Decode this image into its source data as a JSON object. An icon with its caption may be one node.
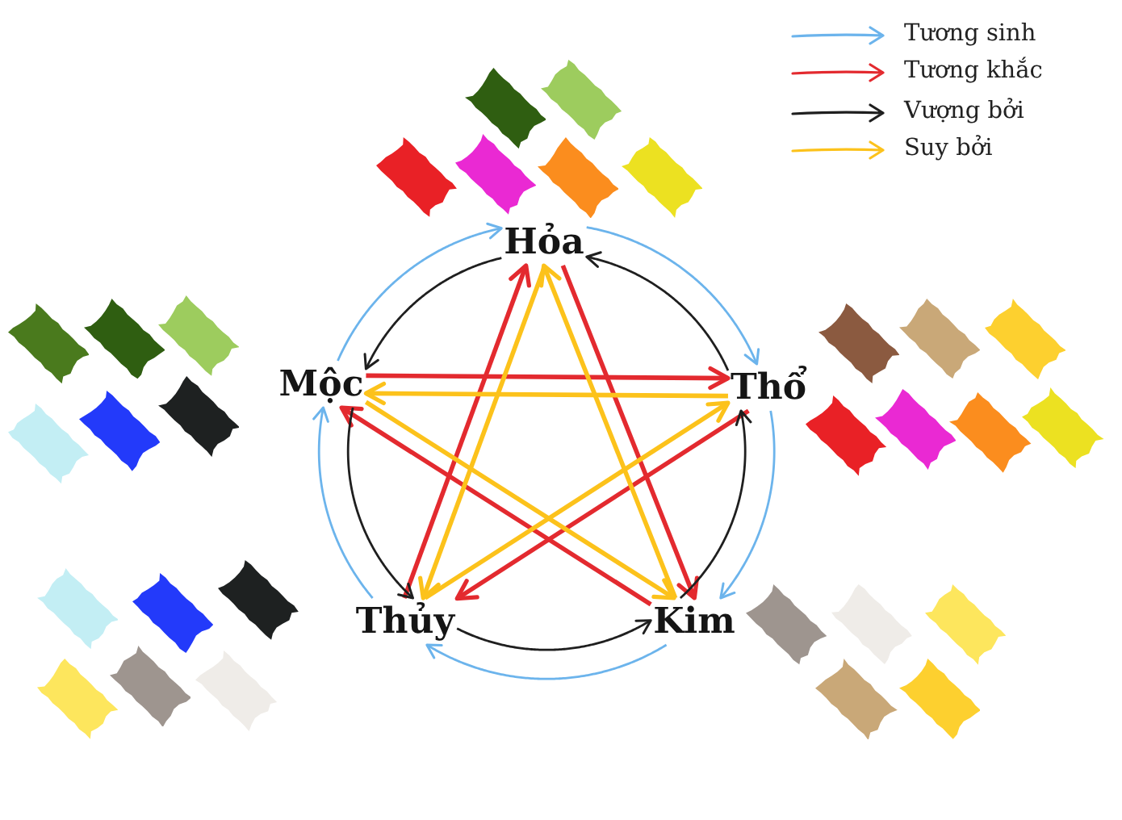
{
  "diagram": {
    "nodes": [
      {
        "text": [
          "Hỏa"
        ]
      },
      {
        "text": [
          "Mộc"
        ]
      },
      {
        "text": [
          "Thổ"
        ]
      },
      {
        "text": [
          "Thủy"
        ]
      },
      {
        "text": [
          "Kim"
        ]
      }
    ],
    "edges": [
      {
        "from": 1,
        "to": 0,
        "arrow": "to",
        "color": "#6cb4ec"
      },
      {
        "from": 0,
        "to": 2,
        "arrow": "to",
        "color": "#6cb4ec"
      },
      {
        "from": 2,
        "to": 4,
        "arrow": "to",
        "color": "#6cb4ec"
      },
      {
        "from": 4,
        "to": 3,
        "arrow": "to",
        "color": "#6cb4ec"
      },
      {
        "from": 3,
        "to": 1,
        "arrow": "to",
        "color": "#6cb4ec"
      },
      {
        "from": 1,
        "to": 2,
        "arrow": "to",
        "color": "#e32a2f"
      },
      {
        "from": 2,
        "to": 3,
        "arrow": "to",
        "color": "#e32a2f"
      },
      {
        "from": 3,
        "to": 0,
        "arrow": "to",
        "color": "#e32a2f"
      },
      {
        "from": 0,
        "to": 4,
        "arrow": "to",
        "color": "#e32a2f"
      },
      {
        "from": 4,
        "to": 1,
        "arrow": "to",
        "color": "#e32a2f"
      },
      {
        "from": 0,
        "to": 1,
        "arrow": "to",
        "color": "#1f1f1f"
      },
      {
        "from": 2,
        "to": 0,
        "arrow": "to",
        "color": "#1f1f1f"
      },
      {
        "from": 4,
        "to": 2,
        "arrow": "to",
        "color": "#1f1f1f"
      },
      {
        "from": 3,
        "to": 4,
        "arrow": "to",
        "color": "#1f1f1f"
      },
      {
        "from": 1,
        "to": 3,
        "arrow": "to",
        "color": "#1f1f1f"
      },
      {
        "from": 2,
        "to": 1,
        "arrow": "to",
        "color": "#fcc21b"
      },
      {
        "from": 3,
        "to": 2,
        "arrow": "to",
        "color": "#fcc21b"
      },
      {
        "from": 4,
        "to": 0,
        "arrow": "to",
        "color": "#fcc21b"
      },
      {
        "from": 0,
        "to": 3,
        "arrow": "to",
        "color": "#fcc21b"
      },
      {
        "from": 1,
        "to": 4,
        "arrow": "to",
        "color": "#fcc21b"
      }
    ],
    "legend": [
      {
        "text": "Tương sinh"
      },
      {
        "text": "Tương khắc"
      },
      {
        "text": "Vượng bởi"
      },
      {
        "text": "Suy bởi"
      }
    ]
  }
}
